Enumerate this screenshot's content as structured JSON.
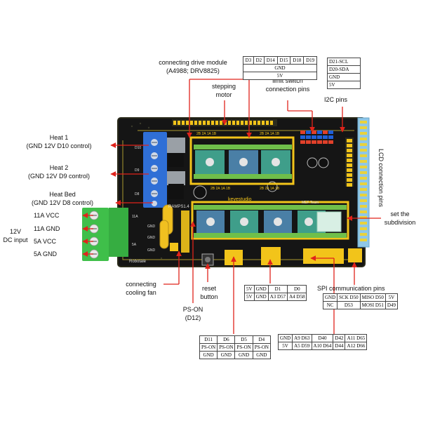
{
  "labels": {
    "drive_module": "connecting drive module",
    "drive_module_models": "(A4988; DRV8825)",
    "stepping_motor_1": "stepping",
    "stepping_motor_2": "motor",
    "limit_switch_1": "limit switch",
    "limit_switch_2": "connection pins",
    "i2c_pins": "I2C pins",
    "lcd_pins": "LCD connection pins",
    "heat1_title": "Heat 1",
    "heat1_desc": "(GND 12V D10 control)",
    "heat2_title": "Heat 2",
    "heat2_desc": "(GND 12V D9 control)",
    "heatbed_title": "Heat Bed",
    "heatbed_desc": "(GND 12V D8 control)",
    "vcc11": "11A VCC",
    "gnd11": "11A GND",
    "dc_input_1": "12V",
    "dc_input_2": "DC input",
    "vcc5": "5A VCC",
    "gnd5": "5A GND",
    "subdivision_1": "set the",
    "subdivision_2": "subdivision",
    "cooling_fan_1": "connecting",
    "cooling_fan_2": "cooling fan",
    "reset_1": "reset",
    "reset_2": "button",
    "pson_1": "PS-ON",
    "pson_2": "(D12)",
    "spi_pins": "SPI communication pins"
  },
  "board": {
    "brand": "keyestudio",
    "ramps_label": "RAMPS1.4",
    "robot_label": "Robotale",
    "team_label": "MEF Team",
    "driver_header_labels": [
      "2B 2A 1A 1B",
      "2B 2A 1A 1B",
      "2B 2A 1A 1B",
      "2B 2A 1A 1B"
    ],
    "terminal_labels": [
      "D10",
      "D9",
      "D8"
    ],
    "power_terminal_labels": [
      "11A",
      "5A"
    ],
    "side_labels": [
      "GND",
      "GND",
      "GND"
    ]
  },
  "colors": {
    "board": "#151515",
    "board_edge": "#2a2a1a",
    "yellow_header": "#f2c41a",
    "yellow_line": "#e9d23b",
    "green_header": "#6fbf4a",
    "driver_blue": "#4a7fa6",
    "driver_teal": "#3f9e8a",
    "terminal_blue": "#2f6fd6",
    "power_green": "#3fbf4a",
    "lcd_blue": "#8fc7e6",
    "arrow_red": "#e0231b",
    "jumper_blue": "#1f5fd8",
    "jumper_red": "#e0402a"
  },
  "tables": {
    "top_endstops": {
      "row1": [
        "D3",
        "D2",
        "D14",
        "D15",
        "D18",
        "D19"
      ],
      "row2": "GND",
      "row3": "5V"
    },
    "i2c": [
      "D21-SCL",
      "D20-SDA",
      "GND",
      "5V"
    ],
    "aux_small": {
      "row1": [
        "5V",
        "GND",
        "D1",
        "D0"
      ],
      "row2": [
        "5V",
        "GND",
        "A3 D57",
        "A4 D58"
      ]
    },
    "spi": {
      "row1": [
        "GND",
        "SCK D50",
        "MISO D50",
        "5V"
      ],
      "row2": [
        "NC",
        "D53",
        "MOSI D51",
        "D49"
      ]
    },
    "servo": {
      "row1": [
        "D11",
        "D6",
        "D5",
        "D4"
      ],
      "row2": [
        "PS-ON",
        "PS-ON",
        "PS-ON",
        "PS-ON"
      ],
      "row3": [
        "GND",
        "GND",
        "GND",
        "GND"
      ]
    },
    "aux_big": {
      "row1": [
        "GND",
        "A9 D63",
        "D40",
        "D42",
        "A11 D65"
      ],
      "row2": [
        "5V",
        "A5 D59",
        "A10 D64",
        "D44",
        "A12 D66"
      ]
    }
  }
}
